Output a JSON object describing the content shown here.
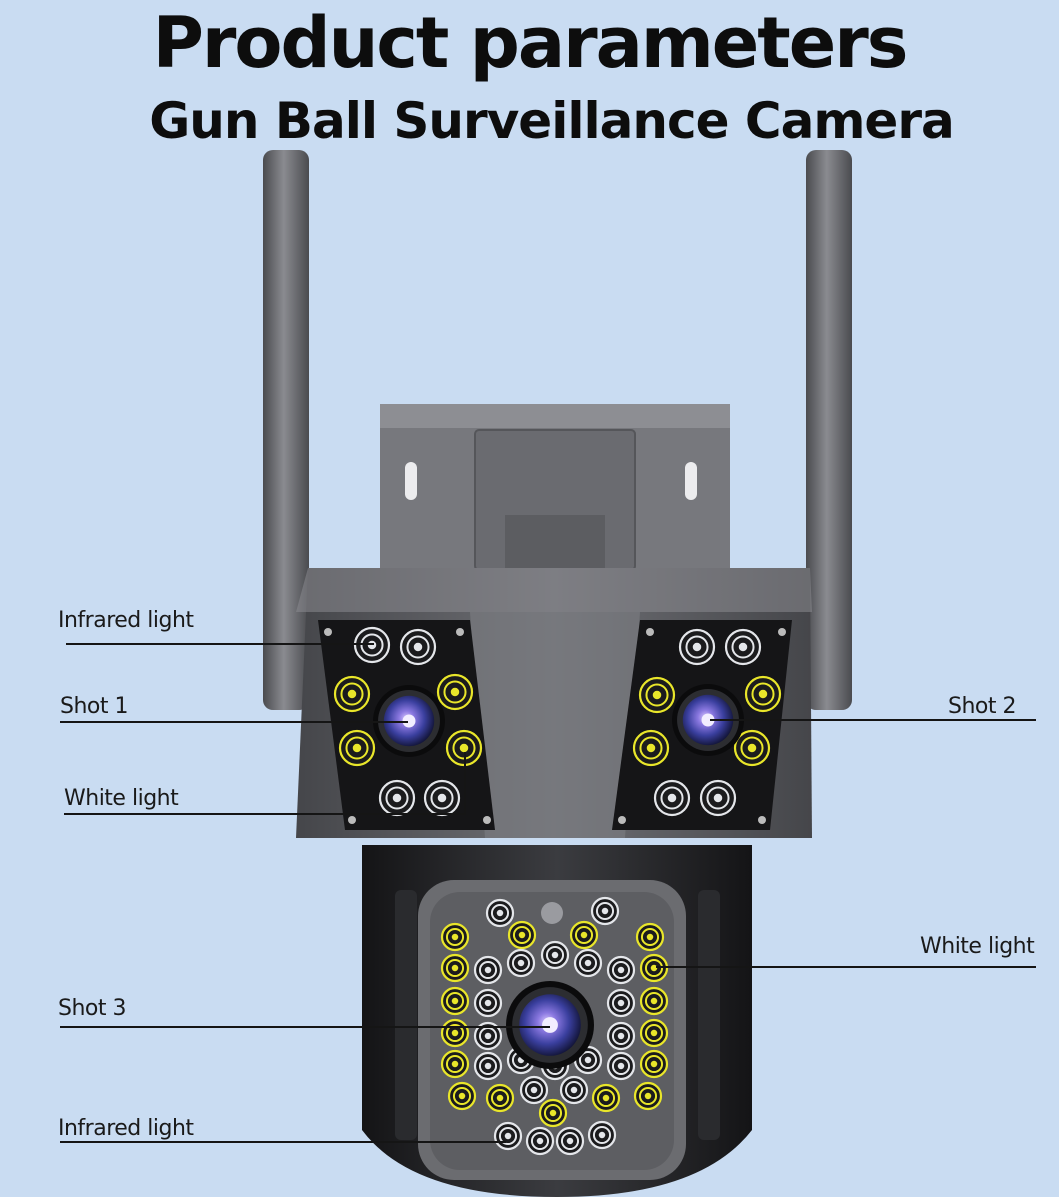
{
  "header": {
    "title": "Product parameters",
    "subtitle": "Gun Ball Surveillance Camera"
  },
  "callouts": {
    "infrared_light_top": "Infrared light",
    "shot_1": "Shot 1",
    "white_light_left": "White light",
    "shot_2": "Shot 2",
    "white_light_right": "White light",
    "shot_3": "Shot 3",
    "infrared_light_bottom": "Infrared light"
  },
  "colors": {
    "background": "#c9dcf2",
    "camera_body": "#5e5f63",
    "camera_dark": "#262629",
    "white_led": "#e4e6ea",
    "yellow_led": "#e9e62a",
    "lens": "#5a63c8"
  }
}
